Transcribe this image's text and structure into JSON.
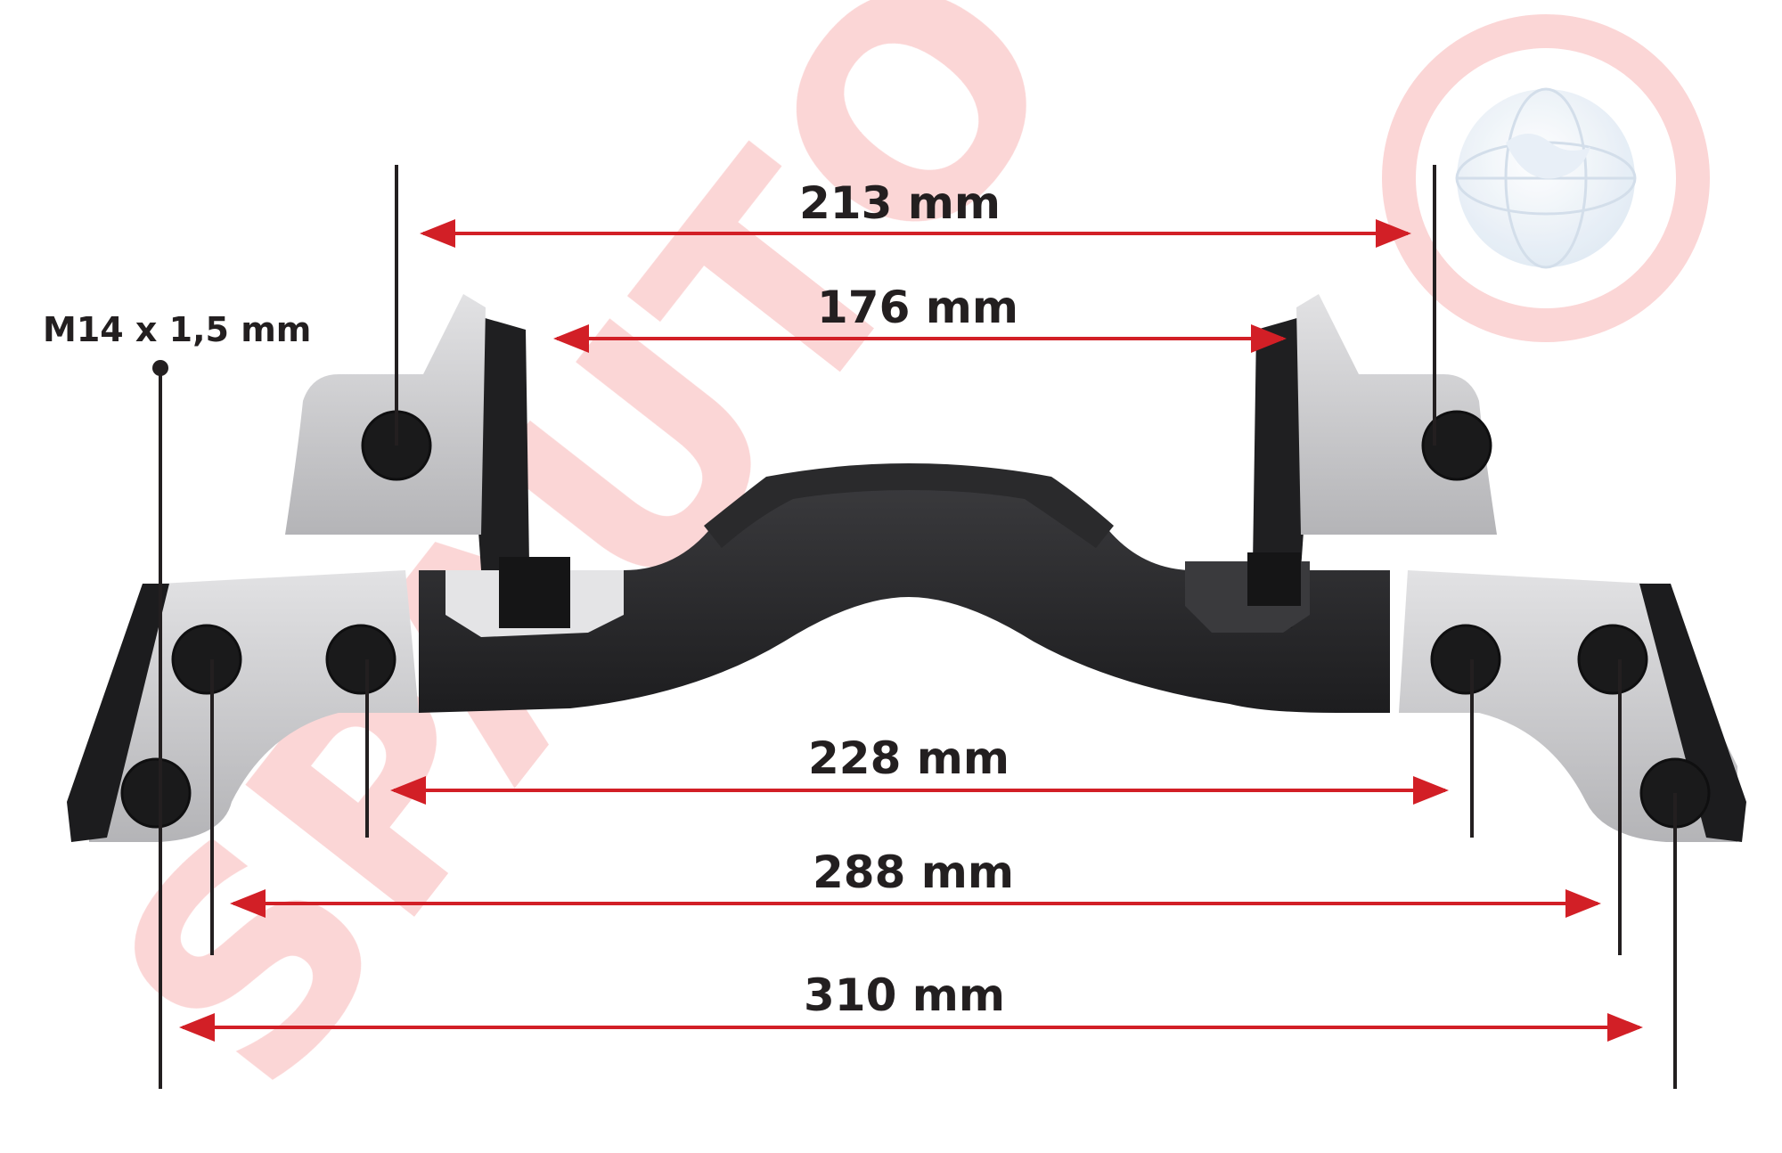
{
  "thread_spec": "M14 x 1,5 mm",
  "dimensions": {
    "d213": "213 mm",
    "d176": "176 mm",
    "d228": "228 mm",
    "d288": "288 mm",
    "d310": "310 mm"
  },
  "watermark": "SPAUTO",
  "colors": {
    "arrow": "#d21f26",
    "text": "#231f20",
    "body_dark": "#2b2b2d",
    "body_light": "#c9c9cb",
    "watermark": "#fbd2d2"
  },
  "icons": [
    "globe-logo-icon"
  ]
}
